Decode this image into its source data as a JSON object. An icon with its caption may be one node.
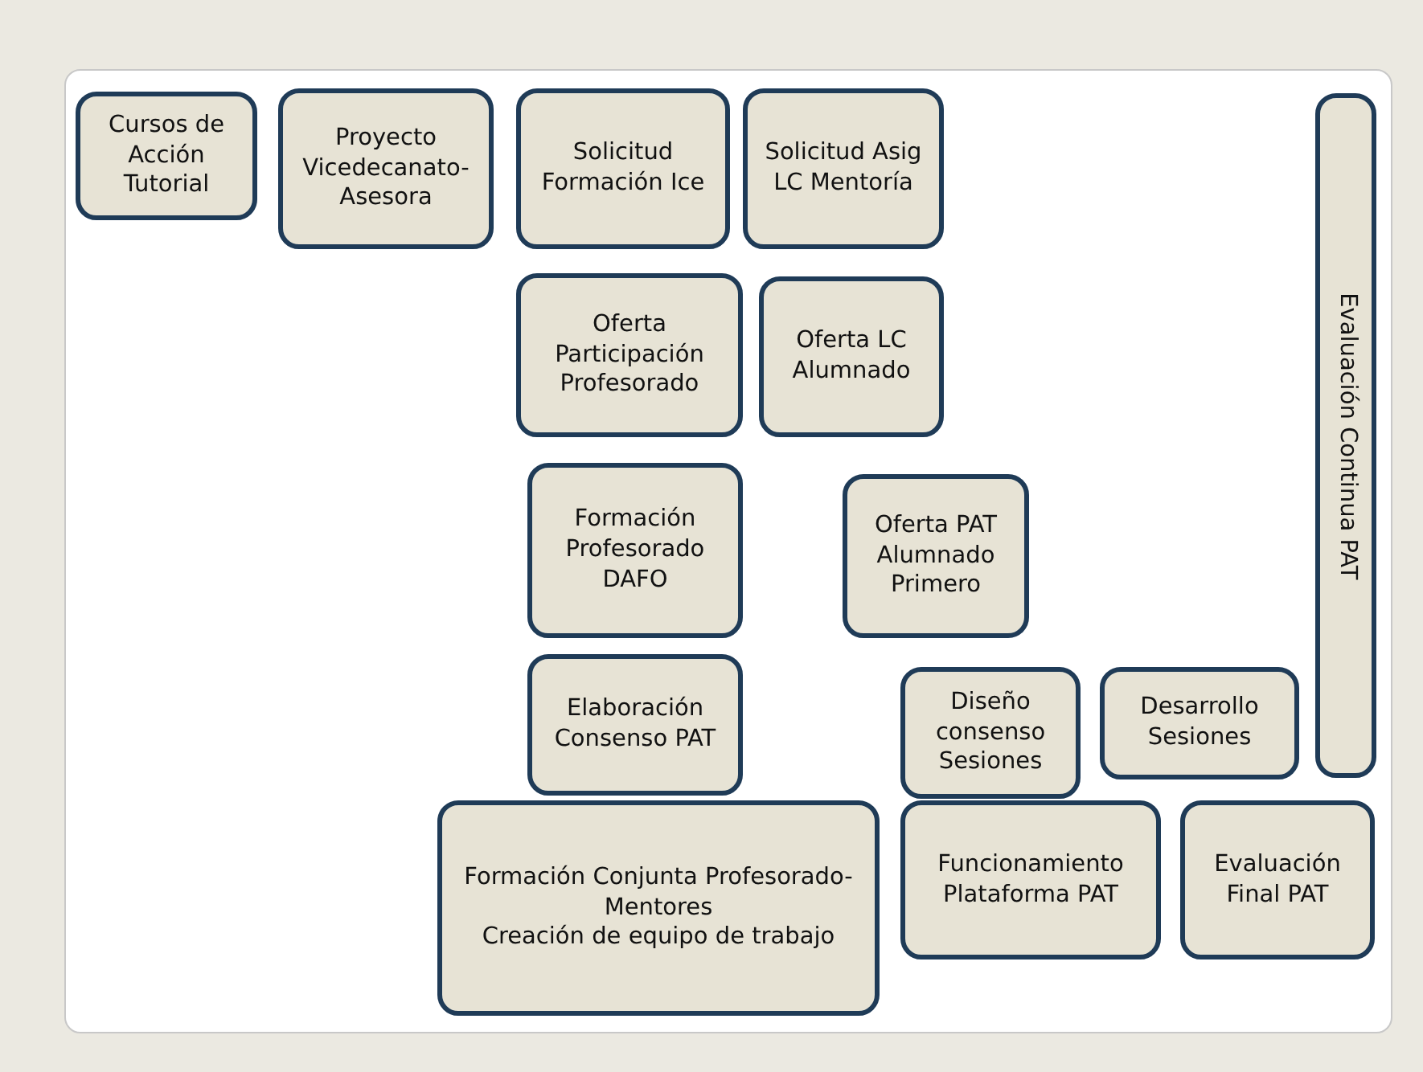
{
  "diagram": {
    "nodes": [
      {
        "text": [
          "Cursos de Acción Tutorial"
        ]
      },
      {
        "text": [
          "Proyecto Vicedecanato- Asesora"
        ]
      },
      {
        "text": [
          "Solicitud Formación Ice"
        ]
      },
      {
        "text": [
          "Solicitud Asig LC Mentoría"
        ]
      },
      {
        "text": [
          "Evaluación Continua PAT"
        ]
      },
      {
        "text": [
          "Oferta Participación Profesorado"
        ]
      },
      {
        "text": [
          "Oferta LC Alumnado"
        ]
      },
      {
        "text": [
          "Formación Profesorado DAFO"
        ]
      },
      {
        "text": [
          "Oferta PAT Alumnado Primero"
        ]
      },
      {
        "text": [
          "Elaboración Consenso PAT"
        ]
      },
      {
        "text": [
          "Diseño consenso Sesiones"
        ]
      },
      {
        "text": [
          "Desarrollo Sesiones"
        ]
      },
      {
        "text": [
          "Formación Conjunta Profesorado-Mentores",
          "Creación de equipo de trabajo"
        ]
      },
      {
        "text": [
          "Funcionamiento Plataforma PAT"
        ]
      },
      {
        "text": [
          "Evaluación Final PAT"
        ]
      }
    ]
  }
}
